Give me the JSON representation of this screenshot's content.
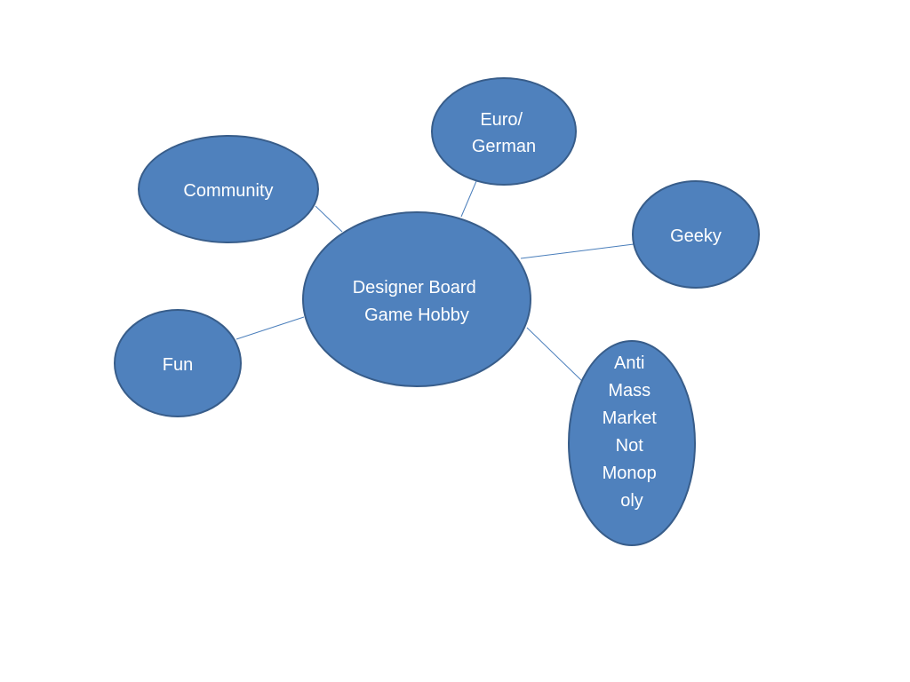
{
  "diagram": {
    "center": {
      "lines": [
        "Designer Board",
        "Game Hobby"
      ]
    },
    "nodes": {
      "euro_german": {
        "lines": [
          "Euro/",
          "German"
        ]
      },
      "community": {
        "lines": [
          "Community"
        ]
      },
      "geeky": {
        "lines": [
          "Geeky"
        ]
      },
      "fun": {
        "lines": [
          "Fun"
        ]
      },
      "anti_mass_market": {
        "lines": [
          "Anti",
          "Mass",
          "Market",
          "Not",
          "Monop",
          "oly"
        ]
      }
    },
    "colors": {
      "bubble_fill": "#4f81bd",
      "bubble_stroke": "#385d8a",
      "connector": "#4a7ebb",
      "label": "#ffffff"
    }
  }
}
